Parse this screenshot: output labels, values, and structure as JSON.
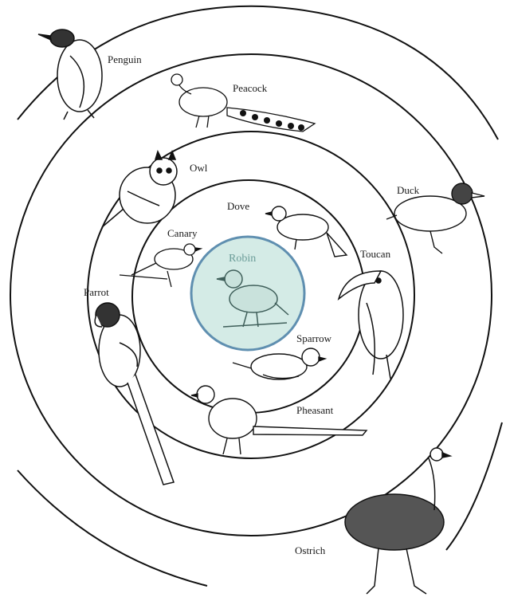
{
  "colors": {
    "ring": "#111111",
    "center_fill": "#d4ebe6",
    "center_stroke": "#5f8fb0",
    "center_label": "#6b9c98",
    "ink": "#1a1a1a"
  },
  "center": {
    "label": "Robin",
    "icon": "robin-icon"
  },
  "birds": [
    {
      "label": "Penguin",
      "icon": "penguin-icon"
    },
    {
      "label": "Peacock",
      "icon": "peacock-icon"
    },
    {
      "label": "Owl",
      "icon": "owl-icon"
    },
    {
      "label": "Duck",
      "icon": "duck-icon"
    },
    {
      "label": "Dove",
      "icon": "dove-icon"
    },
    {
      "label": "Canary",
      "icon": "canary-icon"
    },
    {
      "label": "Toucan",
      "icon": "toucan-icon"
    },
    {
      "label": "Parrot",
      "icon": "parrot-icon"
    },
    {
      "label": "Sparrow",
      "icon": "sparrow-icon"
    },
    {
      "label": "Pheasant",
      "icon": "pheasant-icon"
    },
    {
      "label": "Ostrich",
      "icon": "ostrich-icon"
    }
  ]
}
